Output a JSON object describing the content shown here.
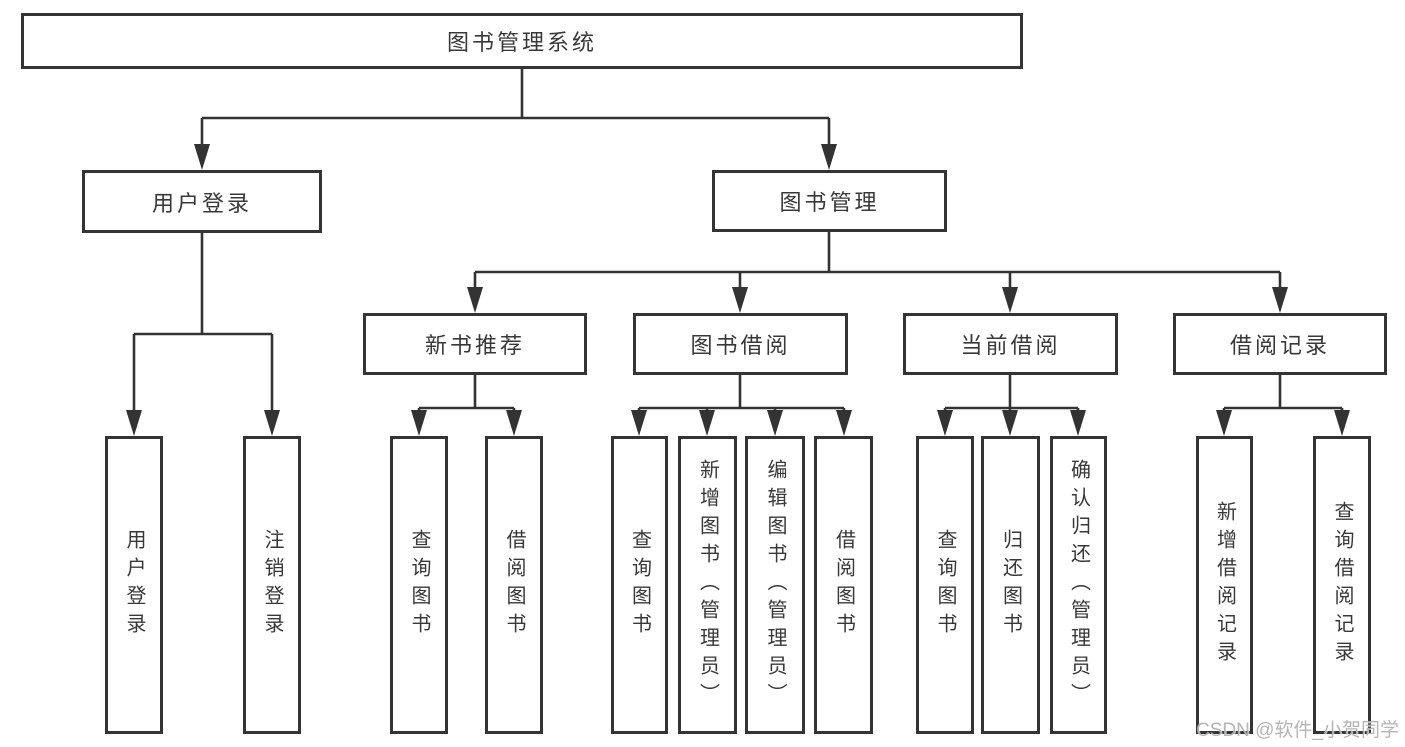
{
  "diagram": {
    "root": {
      "label": "图书管理系统"
    },
    "level2": [
      {
        "label": "用户登录"
      },
      {
        "label": "图书管理"
      }
    ],
    "level3": [
      {
        "label": "新书推荐"
      },
      {
        "label": "图书借阅"
      },
      {
        "label": "当前借阅"
      },
      {
        "label": "借阅记录"
      }
    ],
    "leaves": [
      {
        "label": "用户登录"
      },
      {
        "label": "注销登录"
      },
      {
        "label": "查询图书"
      },
      {
        "label": "借阅图书"
      },
      {
        "label": "查询图书"
      },
      {
        "label": "新增图书（管理员）"
      },
      {
        "label": "编辑图书（管理员）"
      },
      {
        "label": "借阅图书"
      },
      {
        "label": "查询图书"
      },
      {
        "label": "归还图书"
      },
      {
        "label": "确认归还（管理员）"
      },
      {
        "label": "新增借阅记录"
      },
      {
        "label": "查询借阅记录"
      }
    ],
    "watermark": "CSDN @软件_小贺同学",
    "colors": {
      "line": "#333333",
      "text": "#383838",
      "border": "#343434",
      "watermark": "#afafaf",
      "background": "#ffffff"
    }
  }
}
